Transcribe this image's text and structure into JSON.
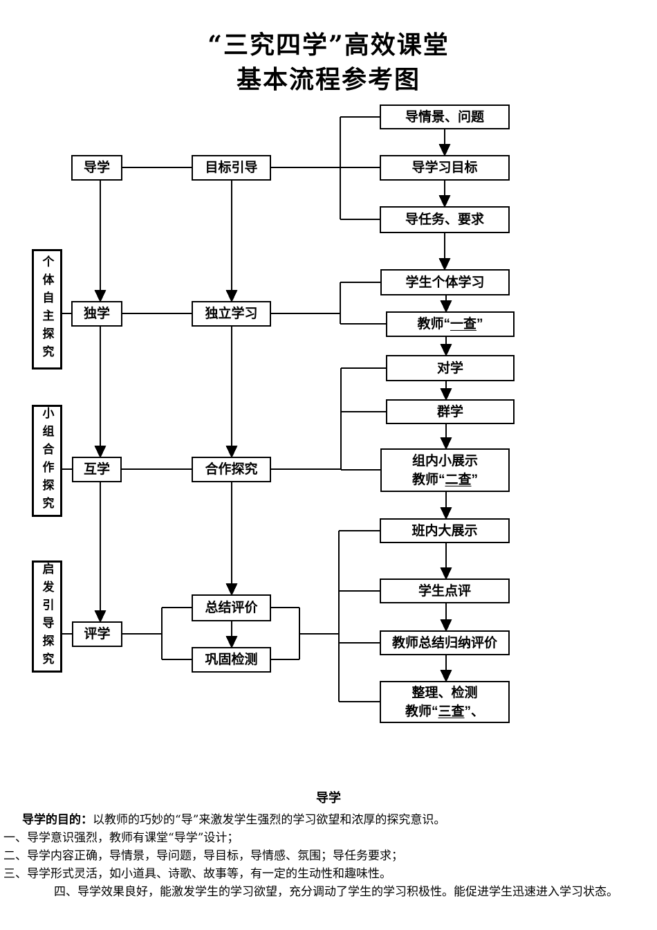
{
  "title": {
    "line1": "“三究四学”高效课堂",
    "line2": "基本流程参考图"
  },
  "flowchart": {
    "stages": {
      "daoxue": "导学",
      "duxue": "独学",
      "huxue": "互学",
      "pingxue": "评学"
    },
    "methods": {
      "mubiao_yindao": "目标引导",
      "duli_xuexi": "独立学习",
      "hezuo_tanjiu": "合作探究",
      "zongjie_pingjia": "总结评价",
      "gonggu_jiance": "巩固检测"
    },
    "side_labels": {
      "geti": "个体自主探究",
      "xiaozu": "小组合作探究",
      "qifa": "启发引导探究"
    },
    "steps": {
      "dao_qingjing": "导情景、问题",
      "dao_mubiao": "导学习目标",
      "dao_renwu": "导任务、要求",
      "xuesheng_geti": "学生个体学习",
      "jiaoshi_yicha": {
        "pre": "教师“",
        "u": "一查",
        "post": "”"
      },
      "duixue": "对学",
      "qunxue": "群学",
      "zunei_line1": "组内小展示",
      "zunei_line2": {
        "pre": "教师“",
        "u": "二查",
        "post": "”"
      },
      "bannei": "班内大展示",
      "xuesheng_dianping": "学生点评",
      "jiaoshi_zongjie": "教师总结归纳评价",
      "zhengli_line1": "整理、检测",
      "zhengli_line2": {
        "pre": "教师“",
        "u": "三查",
        "post": "”、"
      }
    }
  },
  "notes": {
    "heading": "导学",
    "purpose_label": "导学的目的：",
    "purpose_text": "以教师的巧妙的“导”来激发学生强烈的学习欲望和浓厚的探究意识。",
    "items": [
      "一、导学意识强烈，教师有课堂“导学”设计；",
      "二、导学内容正确，导情景，导问题，导目标，导情感、氛围；导任务要求；",
      "三、导学形式灵活，如小道具、诗歌、故事等，有一定的生动性和趣味性。",
      "四、导学效果良好，能激发学生的学习欲望，充分调动了学生的学习积极性。能促进学生迅速进入学习状态。"
    ]
  }
}
